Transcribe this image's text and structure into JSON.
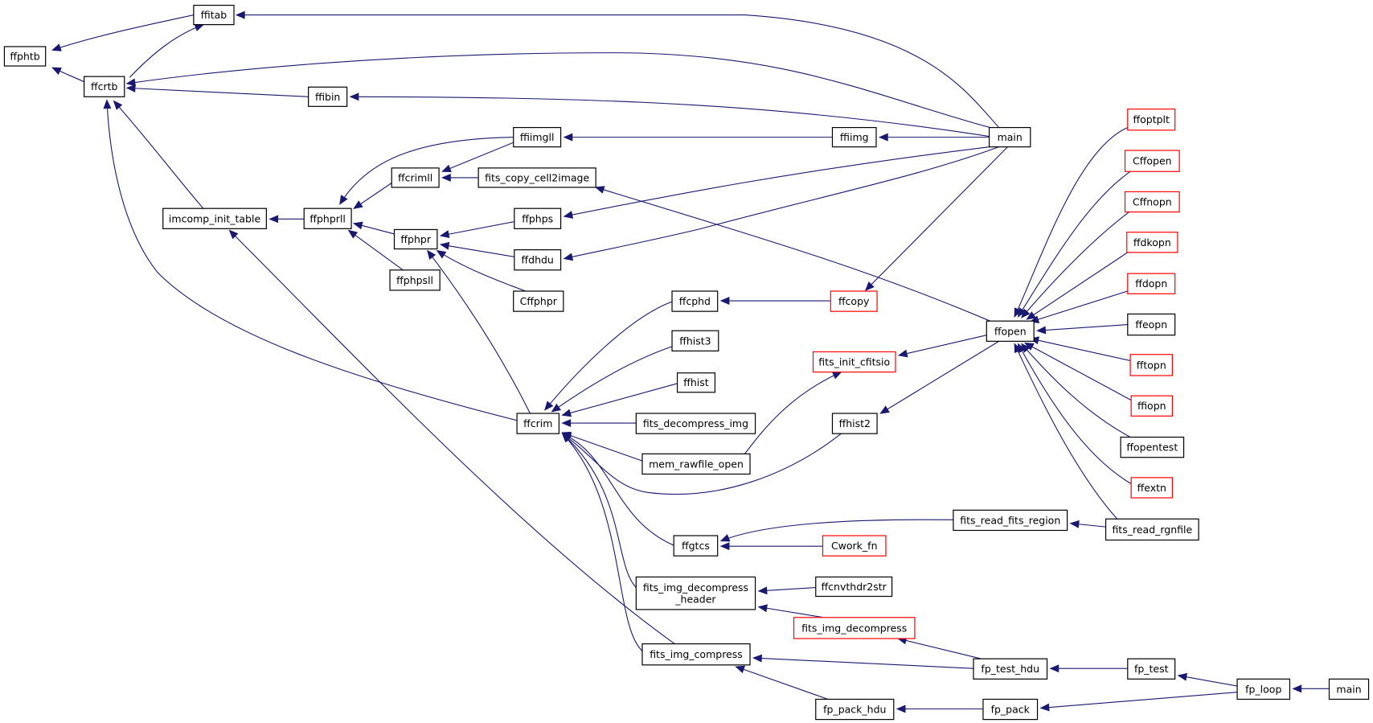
{
  "colors": {
    "edge": "#191970",
    "border_normal": "#000000",
    "border_truncated": "#ff0000",
    "root_fill": "#bfbfbf",
    "node_fill": "#ffffff"
  },
  "nodes": [
    {
      "id": "ffphtb",
      "lines": [
        "ffphtb"
      ],
      "style": "root"
    },
    {
      "id": "ffitab",
      "lines": [
        "ffitab"
      ],
      "style": "normal"
    },
    {
      "id": "ffcrtb",
      "lines": [
        "ffcrtb"
      ],
      "style": "normal"
    },
    {
      "id": "ffibin",
      "lines": [
        "ffibin"
      ],
      "style": "normal"
    },
    {
      "id": "main1",
      "lines": [
        "main"
      ],
      "style": "normal"
    },
    {
      "id": "ffiimgll",
      "lines": [
        "ffiimgll"
      ],
      "style": "normal"
    },
    {
      "id": "ffiimg",
      "lines": [
        "ffiimg"
      ],
      "style": "normal"
    },
    {
      "id": "ffcrimll",
      "lines": [
        "ffcrimll"
      ],
      "style": "normal"
    },
    {
      "id": "fits_copy_cell2image",
      "lines": [
        "fits_copy_cell2image"
      ],
      "style": "normal"
    },
    {
      "id": "imcomp_init_table",
      "lines": [
        "imcomp_init_table"
      ],
      "style": "normal"
    },
    {
      "id": "ffphprll",
      "lines": [
        "ffphprll"
      ],
      "style": "normal"
    },
    {
      "id": "ffphps",
      "lines": [
        "ffphps"
      ],
      "style": "normal"
    },
    {
      "id": "ffphpr",
      "lines": [
        "ffphpr"
      ],
      "style": "normal"
    },
    {
      "id": "ffdhdu",
      "lines": [
        "ffdhdu"
      ],
      "style": "normal"
    },
    {
      "id": "ffphpsll",
      "lines": [
        "ffphpsll"
      ],
      "style": "normal"
    },
    {
      "id": "Cffphpr",
      "lines": [
        "Cffphpr"
      ],
      "style": "normal"
    },
    {
      "id": "ffcphd",
      "lines": [
        "ffcphd"
      ],
      "style": "normal"
    },
    {
      "id": "ffcopy",
      "lines": [
        "ffcopy"
      ],
      "style": "truncated"
    },
    {
      "id": "ffhist3",
      "lines": [
        "ffhist3"
      ],
      "style": "normal"
    },
    {
      "id": "fits_init_cfitsio",
      "lines": [
        "fits_init_cfitsio"
      ],
      "style": "truncated"
    },
    {
      "id": "ffhist",
      "lines": [
        "ffhist"
      ],
      "style": "normal"
    },
    {
      "id": "ffcrim",
      "lines": [
        "ffcrim"
      ],
      "style": "normal"
    },
    {
      "id": "fits_decompress_img",
      "lines": [
        "fits_decompress_img"
      ],
      "style": "normal"
    },
    {
      "id": "ffhist2",
      "lines": [
        "ffhist2"
      ],
      "style": "normal"
    },
    {
      "id": "mem_rawfile_open",
      "lines": [
        "mem_rawfile_open"
      ],
      "style": "normal"
    },
    {
      "id": "ffgtcs",
      "lines": [
        "ffgtcs"
      ],
      "style": "normal"
    },
    {
      "id": "Cwork_fn",
      "lines": [
        "Cwork_fn"
      ],
      "style": "truncated"
    },
    {
      "id": "fits_read_fits_region",
      "lines": [
        "fits_read_fits_region"
      ],
      "style": "normal"
    },
    {
      "id": "fits_read_rgnfile",
      "lines": [
        "fits_read_rgnfile"
      ],
      "style": "normal"
    },
    {
      "id": "fits_img_decompress_header",
      "lines": [
        "fits_img_decompress",
        "_header"
      ],
      "style": "normal"
    },
    {
      "id": "ffcnvthdr2str",
      "lines": [
        "ffcnvthdr2str"
      ],
      "style": "normal"
    },
    {
      "id": "fits_img_decompress",
      "lines": [
        "fits_img_decompress"
      ],
      "style": "truncated"
    },
    {
      "id": "fits_img_compress",
      "lines": [
        "fits_img_compress"
      ],
      "style": "normal"
    },
    {
      "id": "fp_test_hdu",
      "lines": [
        "fp_test_hdu"
      ],
      "style": "normal"
    },
    {
      "id": "fp_test",
      "lines": [
        "fp_test"
      ],
      "style": "normal"
    },
    {
      "id": "fp_pack_hdu",
      "lines": [
        "fp_pack_hdu"
      ],
      "style": "normal"
    },
    {
      "id": "fp_pack",
      "lines": [
        "fp_pack"
      ],
      "style": "normal"
    },
    {
      "id": "fp_loop",
      "lines": [
        "fp_loop"
      ],
      "style": "normal"
    },
    {
      "id": "main2",
      "lines": [
        "main"
      ],
      "style": "normal"
    },
    {
      "id": "ffopen",
      "lines": [
        "ffopen"
      ],
      "style": "normal"
    },
    {
      "id": "ffoptplt",
      "lines": [
        "ffoptplt"
      ],
      "style": "truncated"
    },
    {
      "id": "Cffopen",
      "lines": [
        "Cffopen"
      ],
      "style": "truncated"
    },
    {
      "id": "Cffnopn",
      "lines": [
        "Cffnopn"
      ],
      "style": "truncated"
    },
    {
      "id": "ffdkopn",
      "lines": [
        "ffdkopn"
      ],
      "style": "truncated"
    },
    {
      "id": "ffdopn",
      "lines": [
        "ffdopn"
      ],
      "style": "truncated"
    },
    {
      "id": "ffeopn",
      "lines": [
        "ffeopn"
      ],
      "style": "normal"
    },
    {
      "id": "fftopn",
      "lines": [
        "fftopn"
      ],
      "style": "truncated"
    },
    {
      "id": "ffiopn",
      "lines": [
        "ffiopn"
      ],
      "style": "truncated"
    },
    {
      "id": "ffopentest",
      "lines": [
        "ffopentest"
      ],
      "style": "normal"
    },
    {
      "id": "ffextn",
      "lines": [
        "ffextn"
      ],
      "style": "truncated"
    }
  ],
  "edges": [
    {
      "from": "ffitab",
      "to": "ffphtb"
    },
    {
      "from": "ffcrtb",
      "to": "ffphtb"
    },
    {
      "from": "main1",
      "to": "ffitab"
    },
    {
      "from": "ffcrtb",
      "to": "ffitab"
    },
    {
      "from": "main1",
      "to": "ffcrtb"
    },
    {
      "from": "ffibin",
      "to": "ffcrtb"
    },
    {
      "from": "imcomp_init_table",
      "to": "ffcrtb"
    },
    {
      "from": "ffcrim",
      "to": "ffcrtb"
    },
    {
      "from": "main1",
      "to": "ffibin"
    },
    {
      "from": "ffiimg",
      "to": "ffiimgll"
    },
    {
      "from": "main1",
      "to": "ffiimg"
    },
    {
      "from": "ffiimgll",
      "to": "ffcrimll"
    },
    {
      "from": "fits_copy_cell2image",
      "to": "ffcrimll"
    },
    {
      "from": "ffopen",
      "to": "fits_copy_cell2image"
    },
    {
      "from": "ffphprll",
      "to": "imcomp_init_table"
    },
    {
      "from": "fits_img_compress",
      "to": "imcomp_init_table"
    },
    {
      "from": "ffiimgll",
      "to": "ffphprll"
    },
    {
      "from": "ffcrimll",
      "to": "ffphprll"
    },
    {
      "from": "ffphpr",
      "to": "ffphprll"
    },
    {
      "from": "ffphpsll",
      "to": "ffphprll"
    },
    {
      "from": "main1",
      "to": "ffphps"
    },
    {
      "from": "ffphps",
      "to": "ffphpr"
    },
    {
      "from": "ffdhdu",
      "to": "ffphpr"
    },
    {
      "from": "Cffphpr",
      "to": "ffphpr"
    },
    {
      "from": "ffcrim",
      "to": "ffphpr"
    },
    {
      "from": "main1",
      "to": "ffdhdu"
    },
    {
      "from": "ffcopy",
      "to": "ffcphd"
    },
    {
      "from": "main1",
      "to": "ffcopy"
    },
    {
      "from": "mem_rawfile_open",
      "to": "fits_init_cfitsio"
    },
    {
      "from": "ffopen",
      "to": "fits_init_cfitsio"
    },
    {
      "from": "ffcphd",
      "to": "ffcrim"
    },
    {
      "from": "ffhist3",
      "to": "ffcrim"
    },
    {
      "from": "ffhist",
      "to": "ffcrim"
    },
    {
      "from": "fits_decompress_img",
      "to": "ffcrim"
    },
    {
      "from": "mem_rawfile_open",
      "to": "ffcrim"
    },
    {
      "from": "ffhist2",
      "to": "ffcrim"
    },
    {
      "from": "ffgtcs",
      "to": "ffcrim"
    },
    {
      "from": "fits_img_decompress_header",
      "to": "ffcrim"
    },
    {
      "from": "fits_img_compress",
      "to": "ffcrim"
    },
    {
      "from": "ffopen",
      "to": "ffhist2"
    },
    {
      "from": "fits_read_fits_region",
      "to": "ffgtcs"
    },
    {
      "from": "Cwork_fn",
      "to": "ffgtcs"
    },
    {
      "from": "fits_read_rgnfile",
      "to": "fits_read_fits_region"
    },
    {
      "from": "ffcnvthdr2str",
      "to": "fits_img_decompress_header"
    },
    {
      "from": "fits_img_decompress",
      "to": "fits_img_decompress_header"
    },
    {
      "from": "fp_test_hdu",
      "to": "fits_img_decompress"
    },
    {
      "from": "fp_test_hdu",
      "to": "fits_img_compress"
    },
    {
      "from": "fp_pack_hdu",
      "to": "fits_img_compress"
    },
    {
      "from": "fp_test",
      "to": "fp_test_hdu"
    },
    {
      "from": "fp_loop",
      "to": "fp_test"
    },
    {
      "from": "fp_pack",
      "to": "fp_pack_hdu"
    },
    {
      "from": "fp_loop",
      "to": "fp_pack"
    },
    {
      "from": "main2",
      "to": "fp_loop"
    },
    {
      "from": "ffoptplt",
      "to": "ffopen"
    },
    {
      "from": "Cffopen",
      "to": "ffopen"
    },
    {
      "from": "Cffnopn",
      "to": "ffopen"
    },
    {
      "from": "ffdkopn",
      "to": "ffopen"
    },
    {
      "from": "ffdopn",
      "to": "ffopen"
    },
    {
      "from": "ffeopn",
      "to": "ffopen"
    },
    {
      "from": "fftopn",
      "to": "ffopen"
    },
    {
      "from": "ffiopn",
      "to": "ffopen"
    },
    {
      "from": "ffopentest",
      "to": "ffopen"
    },
    {
      "from": "ffextn",
      "to": "ffopen"
    },
    {
      "from": "fits_read_rgnfile",
      "to": "ffopen"
    }
  ]
}
